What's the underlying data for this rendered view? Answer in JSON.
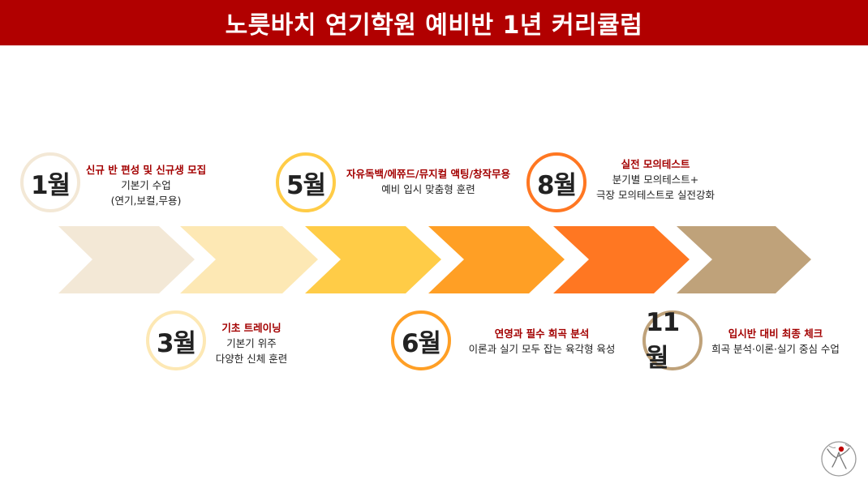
{
  "title": "노릇바치 연기학원 예비반 1년 커리큘럼",
  "colors": {
    "title_bg": "#b10000",
    "heading_text": "#a30000",
    "chevrons": [
      "#f3e8d6",
      "#fde8b4",
      "#ffcc47",
      "#ff9f25",
      "#ff7722",
      "#bfa27a"
    ]
  },
  "stages": [
    {
      "month": "1월",
      "heading": "신규 반 편성 및 신규생 모집",
      "lines": [
        "기본기 수업",
        "(연기,보컬,무용)"
      ],
      "ring": "#f3e8d6"
    },
    {
      "month": "3월",
      "heading": "기초 트레이닝",
      "lines": [
        "기본기 위주",
        "다양한 신체 훈련"
      ],
      "ring": "#fde8b4"
    },
    {
      "month": "5월",
      "heading": "자유독백/에쮸드/뮤지컬 액팅/창작무용",
      "lines": [
        "예비 입시 맞춤형 훈련"
      ],
      "ring": "#ffcc47"
    },
    {
      "month": "6월",
      "heading": "연영과 필수 희곡 분석",
      "lines": [
        "이론과 실기 모두 잡는 육각형 육성"
      ],
      "ring": "#ff9f25"
    },
    {
      "month": "8월",
      "heading": "실전 모의테스트",
      "lines": [
        "분기별 모의테스트+",
        "극장 모의테스트로 실전강화"
      ],
      "ring": "#ff7722"
    },
    {
      "month": "11월",
      "heading": "입시반 대비 최종 체크",
      "lines": [
        "희곡 분석·이론·실기 중심 수업"
      ],
      "ring": "#bfa27a"
    }
  ],
  "logo_icon": "dancer-logo-icon"
}
